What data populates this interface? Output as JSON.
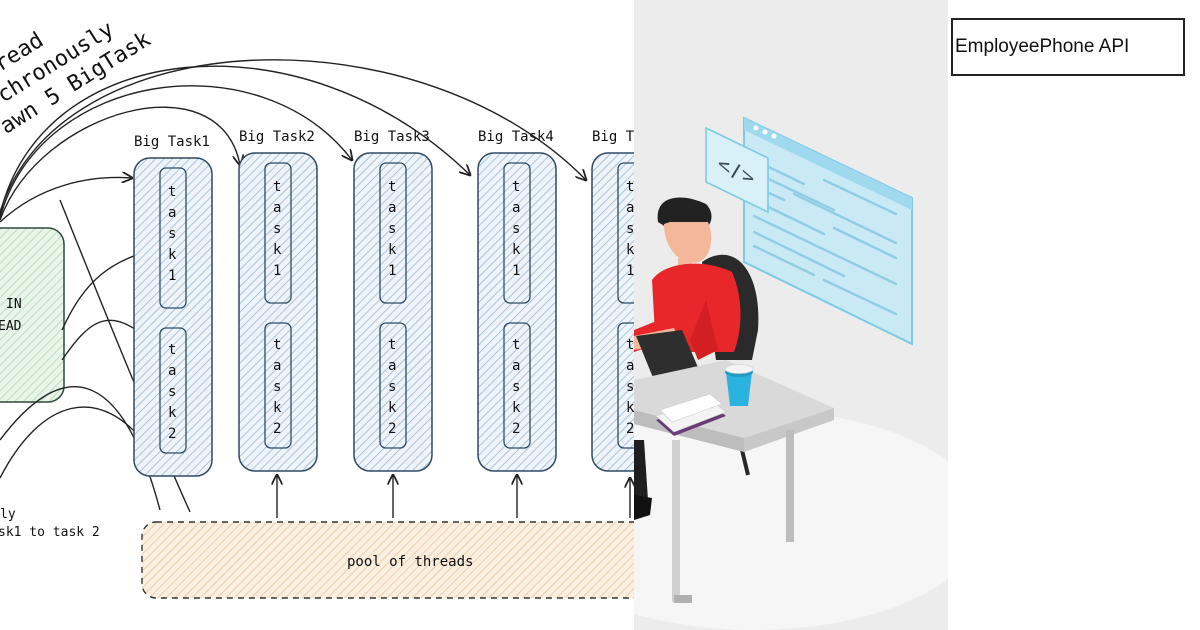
{
  "diagram": {
    "header_lines": [
      "read",
      "chronously",
      "awn 5 BigTask"
    ],
    "main_thread_label": [
      "IN",
      "EAD"
    ],
    "big_tasks": [
      "Big Task1",
      "Big Task2",
      "Big Task3",
      "Big Task4",
      "Big T"
    ],
    "subtask_letters_1": [
      "t",
      "a",
      "s",
      "k",
      "1"
    ],
    "subtask_letters_2": [
      "t",
      "a",
      "s",
      "k",
      "2"
    ],
    "pool_label": "pool of threads",
    "note_lines": [
      "ly",
      "sk1 to task 2"
    ]
  },
  "api": {
    "label": "EmployeePhone API"
  },
  "colors": {
    "task_fill": "#cfe0ee",
    "task_stroke": "#2f4a66",
    "main_fill": "#d8ecd8",
    "pool_fill": "#f5dcc0",
    "shirt": "#e8272a",
    "screen": "#c9eaf5",
    "cup": "#2bb3e0"
  }
}
